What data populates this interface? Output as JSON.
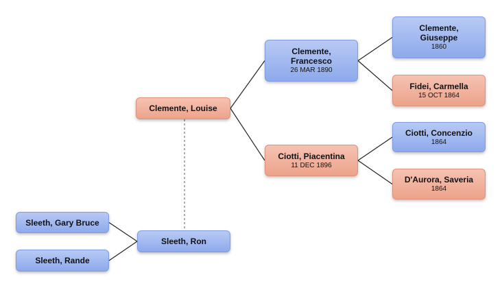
{
  "people": {
    "louise": {
      "name": "Clemente, Louise",
      "date": "",
      "gender": "female"
    },
    "francesco": {
      "name": "Clemente, Francesco",
      "date": "26 MAR 1890",
      "gender": "male"
    },
    "piacentina": {
      "name": "Ciotti, Piacentina",
      "date": "11 DEC 1896",
      "gender": "female"
    },
    "giuseppe": {
      "name": "Clemente, Giuseppe",
      "date": "1860",
      "gender": "male"
    },
    "carmella": {
      "name": "Fidei, Carmella",
      "date": "15 OCT 1864",
      "gender": "female"
    },
    "concenzio": {
      "name": "Ciotti, Concenzio",
      "date": "1864",
      "gender": "male"
    },
    "saveria": {
      "name": "D'Aurora, Saveria",
      "date": "1864",
      "gender": "female"
    },
    "ron": {
      "name": "Sleeth, Ron",
      "date": "",
      "gender": "male"
    },
    "gary": {
      "name": "Sleeth, Gary Bruce",
      "date": "",
      "gender": "male"
    },
    "rande": {
      "name": "Sleeth, Rande",
      "date": "",
      "gender": "male"
    }
  },
  "links": [
    {
      "from": "louise",
      "to": "francesco",
      "type": "parent"
    },
    {
      "from": "louise",
      "to": "piacentina",
      "type": "parent"
    },
    {
      "from": "francesco",
      "to": "giuseppe",
      "type": "parent"
    },
    {
      "from": "francesco",
      "to": "carmella",
      "type": "parent"
    },
    {
      "from": "piacentina",
      "to": "concenzio",
      "type": "parent"
    },
    {
      "from": "piacentina",
      "to": "saveria",
      "type": "parent"
    },
    {
      "from": "ron",
      "to": "gary",
      "type": "child"
    },
    {
      "from": "ron",
      "to": "rande",
      "type": "child"
    },
    {
      "from": "louise",
      "to": "ron",
      "type": "spouse"
    }
  ],
  "colors": {
    "male": "#9fb7f0",
    "female": "#f2b09c",
    "line": "#222222",
    "spouse_line": "#777777"
  }
}
